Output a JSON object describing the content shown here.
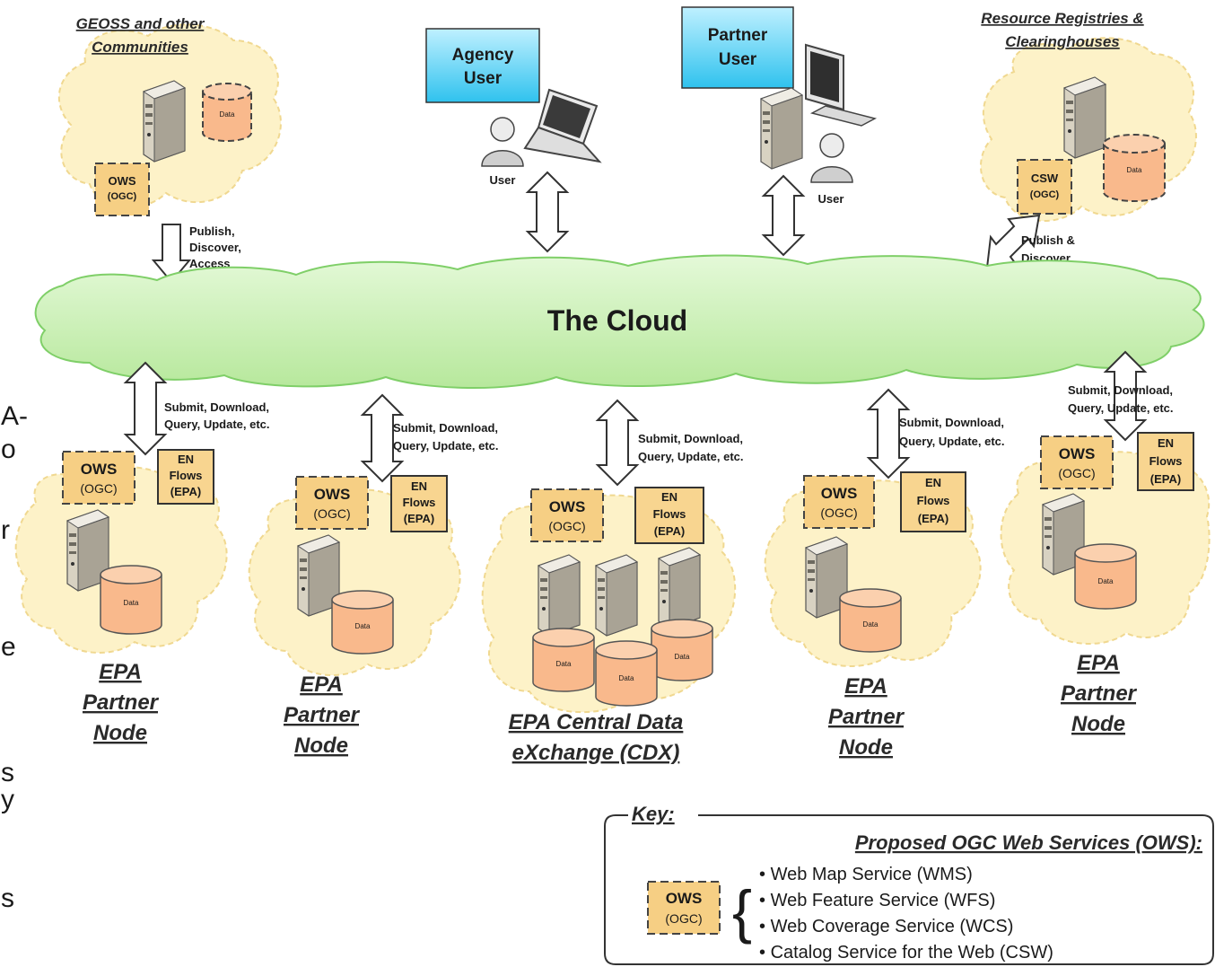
{
  "cloud": {
    "label": "The Cloud"
  },
  "communities": {
    "geoss": {
      "title_l1": "GEOSS and other",
      "title_l2": "Communities",
      "ows_l1": "OWS",
      "ows_l2": "(OGC)",
      "data": "Data",
      "flow_l1": "Publish,",
      "flow_l2": "Discover,",
      "flow_l3": "Access"
    },
    "registries": {
      "title_l1": "Resource Registries &",
      "title_l2": "Clearinghouses",
      "csw_l1": "CSW",
      "csw_l2": "(OGC)",
      "data": "Data",
      "flow_l1": "Publish &",
      "flow_l2": "Discover"
    }
  },
  "users": {
    "agency": {
      "box_l1": "Agency",
      "box_l2": "User",
      "person": "User"
    },
    "partner": {
      "box_l1": "Partner",
      "box_l2": "User",
      "person": "User"
    }
  },
  "nodes": [
    {
      "name_l1": "EPA",
      "name_l2": "Partner",
      "name_l3": "Node",
      "ows_l1": "OWS",
      "ows_l2": "(OGC)",
      "en_l1": "EN",
      "en_l2": "Flows",
      "en_l3": "(EPA)",
      "data": "Data",
      "flow_l1": "Submit, Download,",
      "flow_l2": "Query, Update, etc."
    },
    {
      "name_l1": "EPA",
      "name_l2": "Partner",
      "name_l3": "Node",
      "ows_l1": "OWS",
      "ows_l2": "(OGC)",
      "en_l1": "EN",
      "en_l2": "Flows",
      "en_l3": "(EPA)",
      "data": "Data",
      "flow_l1": "Submit, Download,",
      "flow_l2": "Query, Update, etc."
    },
    {
      "name_l1": "EPA Central Data",
      "name_l2": "eXchange (CDX)",
      "ows_l1": "OWS",
      "ows_l2": "(OGC)",
      "en_l1": "EN",
      "en_l2": "Flows",
      "en_l3": "(EPA)",
      "data": "Data",
      "flow_l1": "Submit, Download,",
      "flow_l2": "Query, Update, etc."
    },
    {
      "name_l1": "EPA",
      "name_l2": "Partner",
      "name_l3": "Node",
      "ows_l1": "OWS",
      "ows_l2": "(OGC)",
      "en_l1": "EN",
      "en_l2": "Flows",
      "en_l3": "(EPA)",
      "data": "Data",
      "flow_l1": "Submit, Download,",
      "flow_l2": "Query, Update, etc."
    },
    {
      "name_l1": "EPA",
      "name_l2": "Partner",
      "name_l3": "Node",
      "ows_l1": "OWS",
      "ows_l2": "(OGC)",
      "en_l1": "EN",
      "en_l2": "Flows",
      "en_l3": "(EPA)",
      "data": "Data",
      "flow_l1": "Submit, Download,",
      "flow_l2": "Query, Update, etc."
    }
  ],
  "key": {
    "label": "Key:",
    "heading": "Proposed OGC Web Services (OWS):",
    "ows_l1": "OWS",
    "ows_l2": "(OGC)",
    "items": [
      "Web Map Service (WMS)",
      "Web Feature Service (WFS)",
      "Web Coverage Service (WCS)",
      "Catalog Service for the Web (CSW)"
    ]
  },
  "left_edge_fragments": [
    "A-",
    "o",
    "r",
    "e",
    "s",
    "y",
    "s"
  ],
  "colors": {
    "cloud_green": "#c8f0b4",
    "node_cloud": "#fdf2c8",
    "user_box": "#5fd3f0",
    "ows_box": "#f6cf84",
    "data_cyl": "#f9b98c"
  }
}
